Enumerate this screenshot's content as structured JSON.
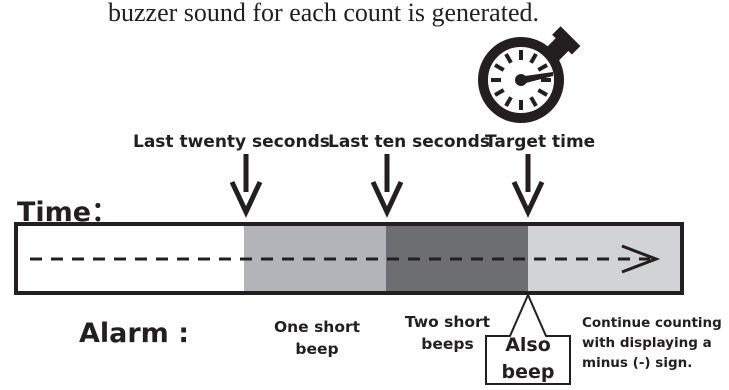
{
  "caption": "buzzer sound for each count is generated.",
  "markers": [
    {
      "label": "Last twenty seconds"
    },
    {
      "label": "Last ten seconds"
    },
    {
      "label": "Target time"
    }
  ],
  "time_label": "Time：",
  "alarm_label": "Alarm :",
  "segments": [
    {
      "label": "One short beep",
      "color": "#b3b4b9"
    },
    {
      "label": "Two short beeps",
      "color": "#6d6e71"
    },
    {
      "label": "Continue counting with displaying a minus (-) sign.",
      "color": "#d2d3d5"
    }
  ],
  "callout": {
    "label": "Also beep"
  },
  "colors": {
    "ink": "#231f20",
    "bar_fill": "#ffffff"
  },
  "icons": [
    "stopwatch-icon",
    "down-arrow-icon",
    "dashed-arrow"
  ]
}
